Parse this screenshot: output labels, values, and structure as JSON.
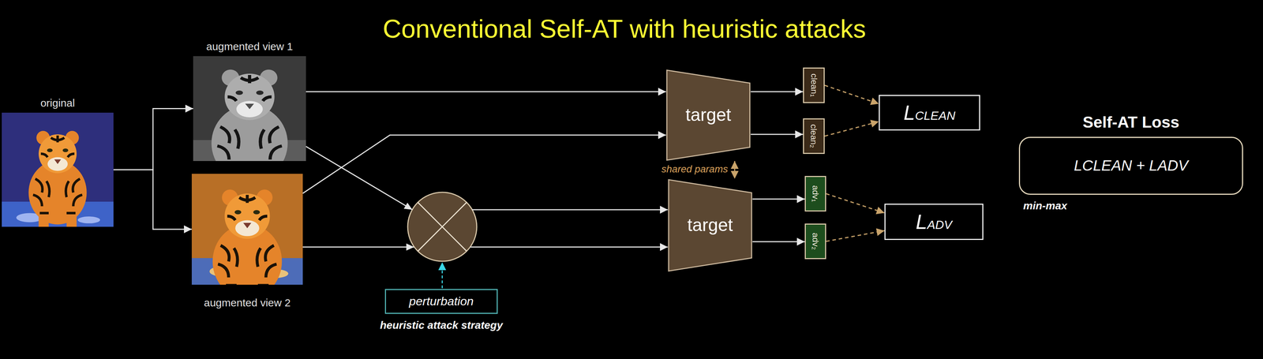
{
  "diagram": {
    "title": "Conventional Self-AT with heuristic attacks",
    "nodes": [
      {
        "text": [
          "original"
        ]
      },
      {
        "text": [
          "augmented view 1"
        ]
      },
      {
        "text": [
          "augmented view 2"
        ]
      },
      {
        "text": [
          "perturbation",
          "heuristic attack strategy"
        ]
      },
      {
        "text": [
          "target"
        ]
      },
      {
        "text": [
          "target"
        ]
      },
      {
        "text": [
          "clean₁"
        ]
      },
      {
        "text": [
          "clean₂"
        ]
      },
      {
        "text": [
          "adv₁"
        ]
      },
      {
        "text": [
          "adv₂"
        ]
      },
      {
        "text": [
          "LCLEAN"
        ]
      },
      {
        "text": [
          "LADV"
        ]
      },
      {
        "text": [
          "Self-AT Loss",
          "LCLEAN + LADV"
        ]
      }
    ],
    "edges": [
      {
        "from": 0,
        "to": 1,
        "arrow": "to"
      },
      {
        "from": 0,
        "to": 2,
        "arrow": "to"
      },
      {
        "from": 1,
        "to": 4,
        "arrow": "to"
      },
      {
        "from": 2,
        "to": 4,
        "arrow": "to"
      },
      {
        "from": 1,
        "to": 5,
        "arrow": "to"
      },
      {
        "from": 2,
        "to": 5,
        "arrow": "to"
      },
      {
        "from": 4,
        "to": 5,
        "label": "shared params",
        "arrow": "both"
      },
      {
        "from": 4,
        "to": 6,
        "arrow": "to"
      },
      {
        "from": 4,
        "to": 7,
        "arrow": "to"
      },
      {
        "from": 5,
        "to": 8,
        "arrow": "to"
      },
      {
        "from": 5,
        "to": 9,
        "arrow": "to"
      },
      {
        "from": 6,
        "to": 10,
        "arrow": "to"
      },
      {
        "from": 7,
        "to": 10,
        "arrow": "to"
      },
      {
        "from": 8,
        "to": 11,
        "arrow": "to"
      },
      {
        "from": 9,
        "to": 11,
        "arrow": "to"
      }
    ],
    "labels": [
      "min-max"
    ]
  }
}
